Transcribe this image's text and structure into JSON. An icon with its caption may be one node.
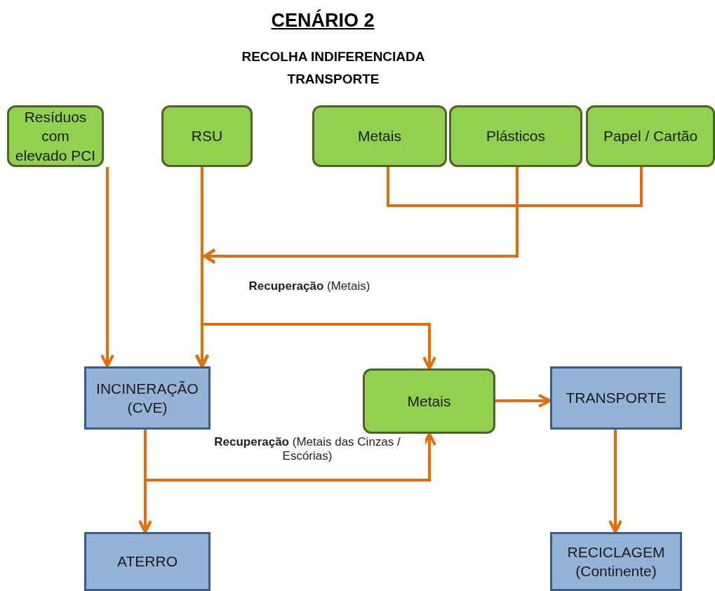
{
  "diagram": {
    "title": "CENÁRIO 2",
    "nodes": [
      {
        "text": [
          "Resíduos com elevado PCI"
        ]
      },
      {
        "text": [
          "RSU"
        ]
      },
      {
        "text": [
          "Metais"
        ]
      },
      {
        "text": [
          "Plásticos"
        ]
      },
      {
        "text": [
          "Papel / Cartão"
        ]
      },
      {
        "text": [
          "INCINERAÇÃO (CVE)"
        ]
      },
      {
        "text": [
          "Metais"
        ]
      },
      {
        "text": [
          "TRANSPORTE"
        ]
      },
      {
        "text": [
          "ATERRO"
        ]
      },
      {
        "text": [
          "RECICLAGEM (Continente)"
        ]
      }
    ],
    "edges": [
      {
        "from": 0,
        "to": 5,
        "arrow": "to"
      },
      {
        "from": 1,
        "to": 5,
        "arrow": "to"
      },
      {
        "from": 2,
        "to": 5,
        "arrow": "to"
      },
      {
        "from": 3,
        "to": 5,
        "arrow": "to"
      },
      {
        "from": 4,
        "to": 5,
        "arrow": "to"
      },
      {
        "from": 1,
        "to": 6,
        "arrow": "to",
        "label": "**Recuperação** (Metais)"
      },
      {
        "from": 6,
        "to": 7,
        "arrow": "to"
      },
      {
        "from": 5,
        "to": 6,
        "arrow": "to",
        "label": "**Recuperação** (Metais das Cinzas / Escórias)"
      },
      {
        "from": 5,
        "to": 8,
        "arrow": "to"
      },
      {
        "from": 7,
        "to": 9,
        "arrow": "to"
      }
    ],
    "labels": [
      "RECOLHA INDIFERENCIADA",
      "TRANSPORTE"
    ]
  }
}
